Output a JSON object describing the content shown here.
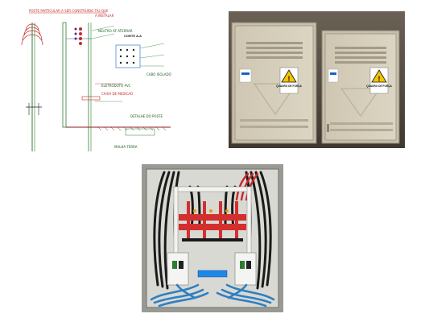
{
  "cad": {
    "title": "POSTE PARTICULAR A SER CONSTRUIDO TAL QUE",
    "subtitle": "A INSTALAR",
    "section_label": "CORTE A-A",
    "notes": [
      "NEUTRO AT ATERRAR",
      "ELETRODUTO PVC",
      "CAIXA DE MEDICAO",
      "MALHA TERRA",
      "DETALHE DO POSTE",
      "CABO ISOLADO"
    ]
  },
  "boxes_photo": {
    "sign_left": "QUADRO DE FORÇA",
    "sign_right": "QUADRO DE FORÇA"
  },
  "colors": {
    "cabinet": "#d8d0bd",
    "busbar_red": "#d32f2f",
    "cable_black": "#1a1a1a",
    "cable_blue": "#2f7fc1",
    "cad_green": "#2e7d32",
    "cad_red": "#c62828"
  }
}
